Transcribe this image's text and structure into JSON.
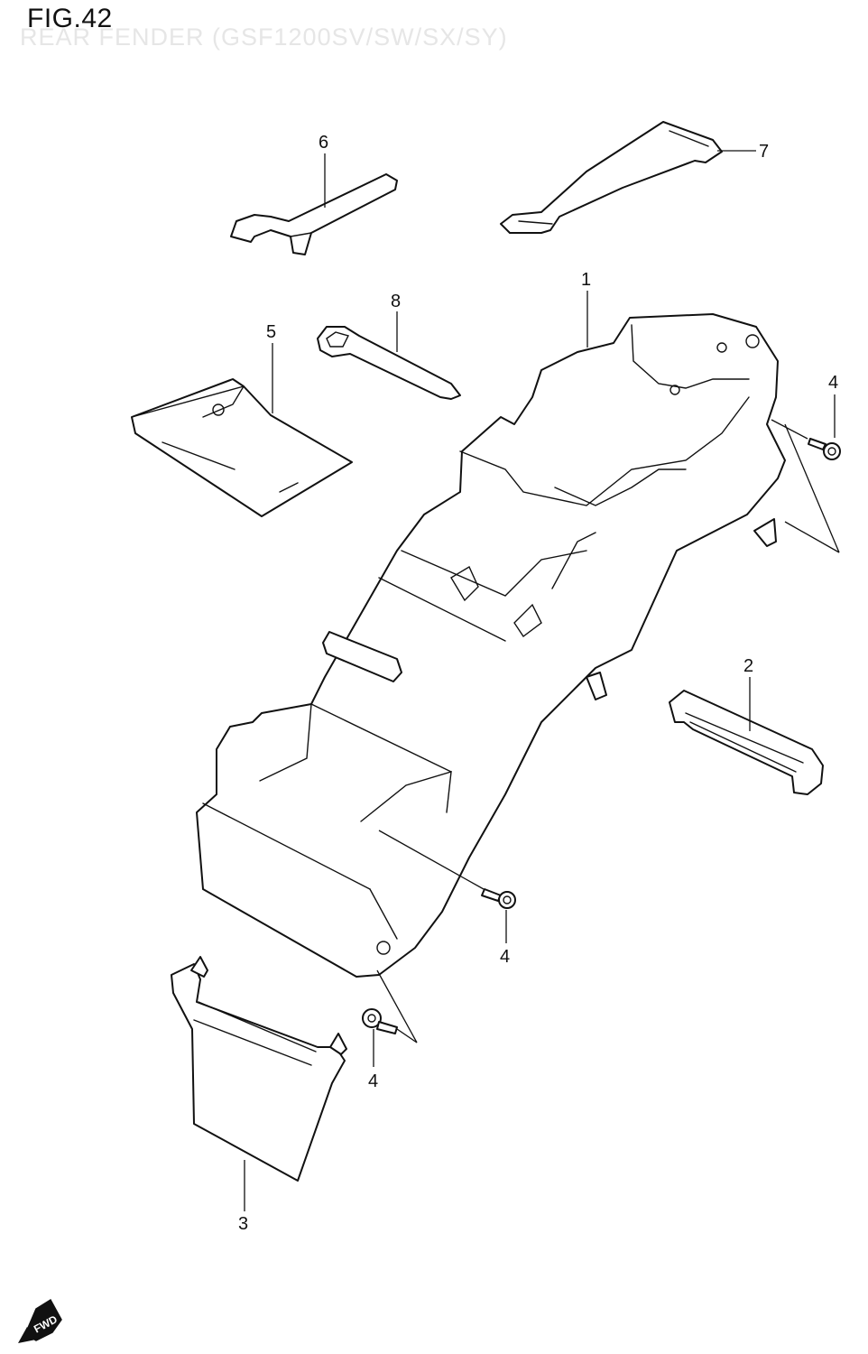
{
  "figure": {
    "title": "FIG.42",
    "subtitle": "REAR FENDER (GSF1200SV/SW/SX/SY)"
  },
  "callouts": {
    "c1": "1",
    "c2": "2",
    "c3": "3",
    "c4a": "4",
    "c4b": "4",
    "c4c": "4",
    "c5": "5",
    "c6": "6",
    "c7": "7",
    "c8": "8"
  },
  "fwd": {
    "label": "FWD"
  },
  "colors": {
    "line": "#111111",
    "background": "#ffffff"
  }
}
